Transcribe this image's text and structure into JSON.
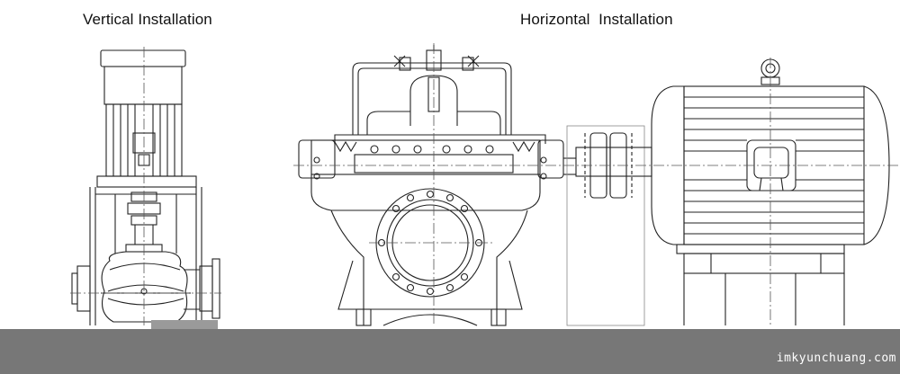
{
  "titles": {
    "vertical": "Vertical Installation",
    "horizontal": "Horizontal  Installation"
  },
  "footer": {
    "watermark": "imkyunchuang.com"
  },
  "colors": {
    "line": "#222222",
    "footer": "#777777",
    "centerline": "#555555"
  }
}
